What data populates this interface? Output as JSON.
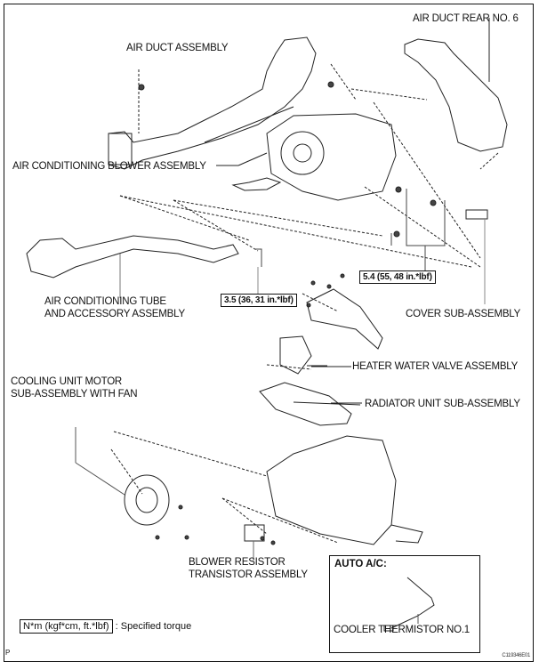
{
  "diagram": {
    "type": "exploded-parts-view",
    "labels": {
      "air_duct_rear": "AIR DUCT REAR NO. 6",
      "air_duct_assembly": "AIR DUCT ASSEMBLY",
      "blower_assembly": "AIR CONDITIONING BLOWER ASSEMBLY",
      "tube_line1": "AIR CONDITIONING TUBE",
      "tube_line2": "AND ACCESSORY ASSEMBLY",
      "cover_sub": "COVER SUB-ASSEMBLY",
      "cooling_motor_line1": "COOLING UNIT MOTOR",
      "cooling_motor_line2": "SUB-ASSEMBLY WITH FAN",
      "heater_valve": "HEATER WATER VALVE ASSEMBLY",
      "radiator_unit": "RADIATOR UNIT SUB-ASSEMBLY",
      "resistor_line1": "BLOWER RESISTOR",
      "resistor_line2": "TRANSISTOR ASSEMBLY"
    },
    "torques": {
      "torque_tube": "3.5 (36, 31 in.*lbf)",
      "torque_blower": "5.4 (55, 48 in.*lbf)"
    },
    "inset": {
      "title": "AUTO A/C:",
      "label": "COOLER THERMISTOR NO.1"
    },
    "legend": {
      "unit": "N*m (kgf*cm, ft.*lbf)",
      "description": ": Specified torque"
    },
    "page_mark": "P",
    "figure_code": "C119346E01"
  }
}
